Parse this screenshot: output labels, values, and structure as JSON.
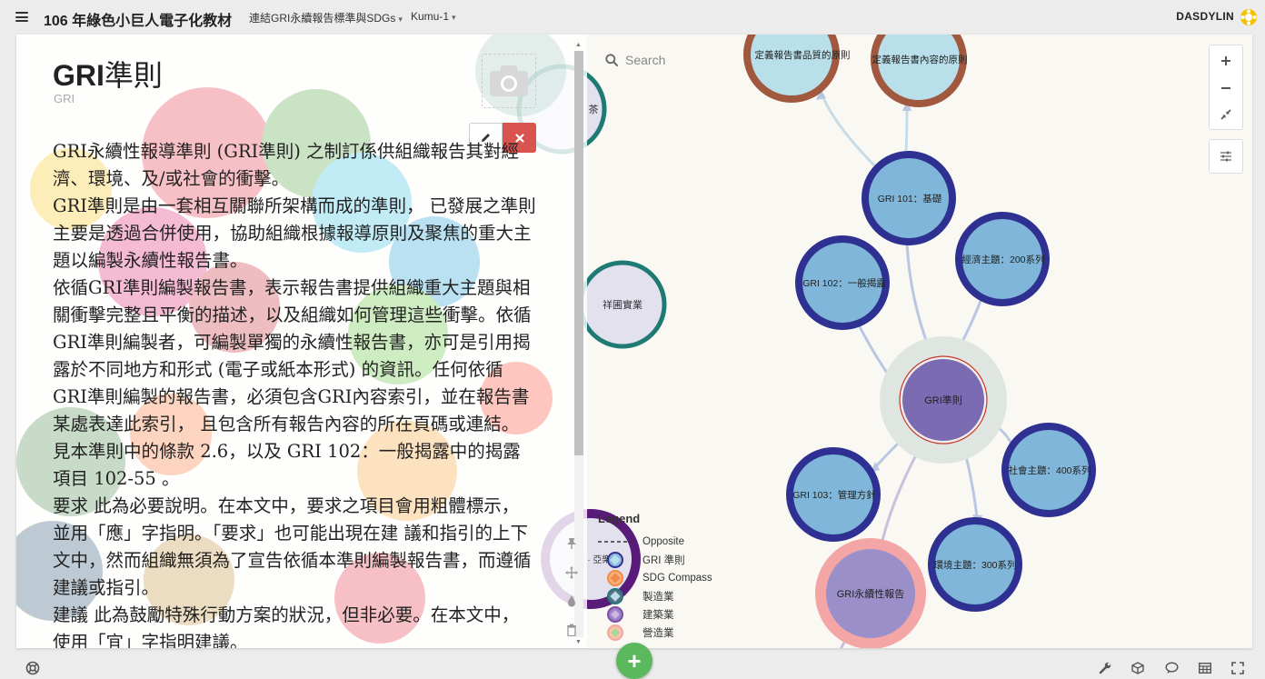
{
  "header": {
    "menu_icon": "hamburger-icon",
    "title": "106 年綠色小巨人電子化教材",
    "breadcrumb": [
      {
        "label": "連結GRI永續報告標準與SDGs"
      },
      {
        "label": "Kumu-1"
      }
    ],
    "user": "DASDYLIN"
  },
  "detail": {
    "title_bold": "GRI",
    "title_rest": "準則",
    "subtitle": "GRI",
    "paragraphs": [
      "GRI永續性報導準則 (GRI準則) 之制訂係供組織報告其對經濟、環境、及/或社會的衝擊。",
      "GRI準則是由一套相互關聯所架構而成的準則， 已發展之準則主要是透過合併使用，協助組織根據報導原則及聚焦的重大主題以編製永續性報告書。",
      "依循GRI準則編製報告書，表示報告書提供組織重大主題與相關衝擊完整且平衡的描述，以及組織如何管理這些衝擊。依循GRI準則編製者，可編製單獨的永續性報告書，亦可是引用揭露於不同地方和形式 (電子或紙本形式) 的資訊。任何依循 GRI準則編製的報告書，必須包含GRI內容索引，並在報告書某處表達此索引， 且包含所有報告內容的所在頁碼或連結。見本準則中的條款 2.6，以及 GRI 102：一般揭露中的揭露項目 102-55 。",
      "要求 此為必要說明。在本文中，要求之項目會用粗體標示，並用「應」字指明。「要求」也可能出現在建 議和指引的上下文中，然而組織無須為了宣告依循本準則編製報告書，而遵循建議或指引。",
      "建議 此為鼓勵特殊行動方案的狀況，但非必要。在本文中，使用「宜」字指明建議。"
    ]
  },
  "search": {
    "placeholder": "Search"
  },
  "graph": {
    "nodes": [
      {
        "id": "center",
        "label": "GRI準則",
        "fill": "#7b6bb3",
        "ring": "#c0392b",
        "halo": true
      },
      {
        "id": "g101",
        "label": "GRI 101：基礎",
        "fill": "#7fb6d9",
        "ring": "#2e3192"
      },
      {
        "id": "g102",
        "label": "GRI 102：一般揭露",
        "fill": "#7fb6d9",
        "ring": "#2e3192"
      },
      {
        "id": "g103",
        "label": "GRI 103：管理方針",
        "fill": "#7fb6d9",
        "ring": "#2e3192"
      },
      {
        "id": "g200",
        "label": "經濟主題：200系列",
        "fill": "#7fb6d9",
        "ring": "#2e3192"
      },
      {
        "id": "g300",
        "label": "環境主題：300系列",
        "fill": "#7fb6d9",
        "ring": "#2e3192"
      },
      {
        "id": "g400",
        "label": "社會主題：400系列",
        "fill": "#7fb6d9",
        "ring": "#2e3192"
      },
      {
        "id": "report",
        "label": "GRI永續性報告",
        "fill": "#9b8fc9",
        "ring": "#f4a6a6"
      },
      {
        "id": "quality",
        "label": "定義報告書品質的原則",
        "fill": "#b8dfea",
        "ring": "#a0583e"
      },
      {
        "id": "content",
        "label": "定義報告書內容的原則",
        "fill": "#b8dfea",
        "ring": "#a0583e"
      },
      {
        "id": "partA",
        "label": "茶",
        "fill": "#e4e1ef",
        "ring": "#1e7a72"
      },
      {
        "id": "partB",
        "label": "祥圃實業",
        "fill": "#e4e1ef",
        "ring": "#1e7a72"
      },
      {
        "id": "partC",
        "label": "東 · 亞樂園",
        "fill": "#e4e1ef",
        "ring": "#5a1a7a"
      }
    ]
  },
  "legend": {
    "title": "Legend",
    "items": [
      {
        "label": "Opposite",
        "type": "dash",
        "color": "#333333"
      },
      {
        "label": "GRI 準則",
        "type": "dot",
        "color": "#2e3192"
      },
      {
        "label": "SDG Compass",
        "type": "dot",
        "color": "#f08a4b"
      },
      {
        "label": "製造業",
        "type": "dot",
        "color": "#1e7a72"
      },
      {
        "label": "建築業",
        "type": "dot",
        "color": "#7b4fa3"
      },
      {
        "label": "營造業",
        "type": "dot",
        "color": "#f4a6a6"
      }
    ]
  },
  "footer": {
    "add_label": "+"
  }
}
